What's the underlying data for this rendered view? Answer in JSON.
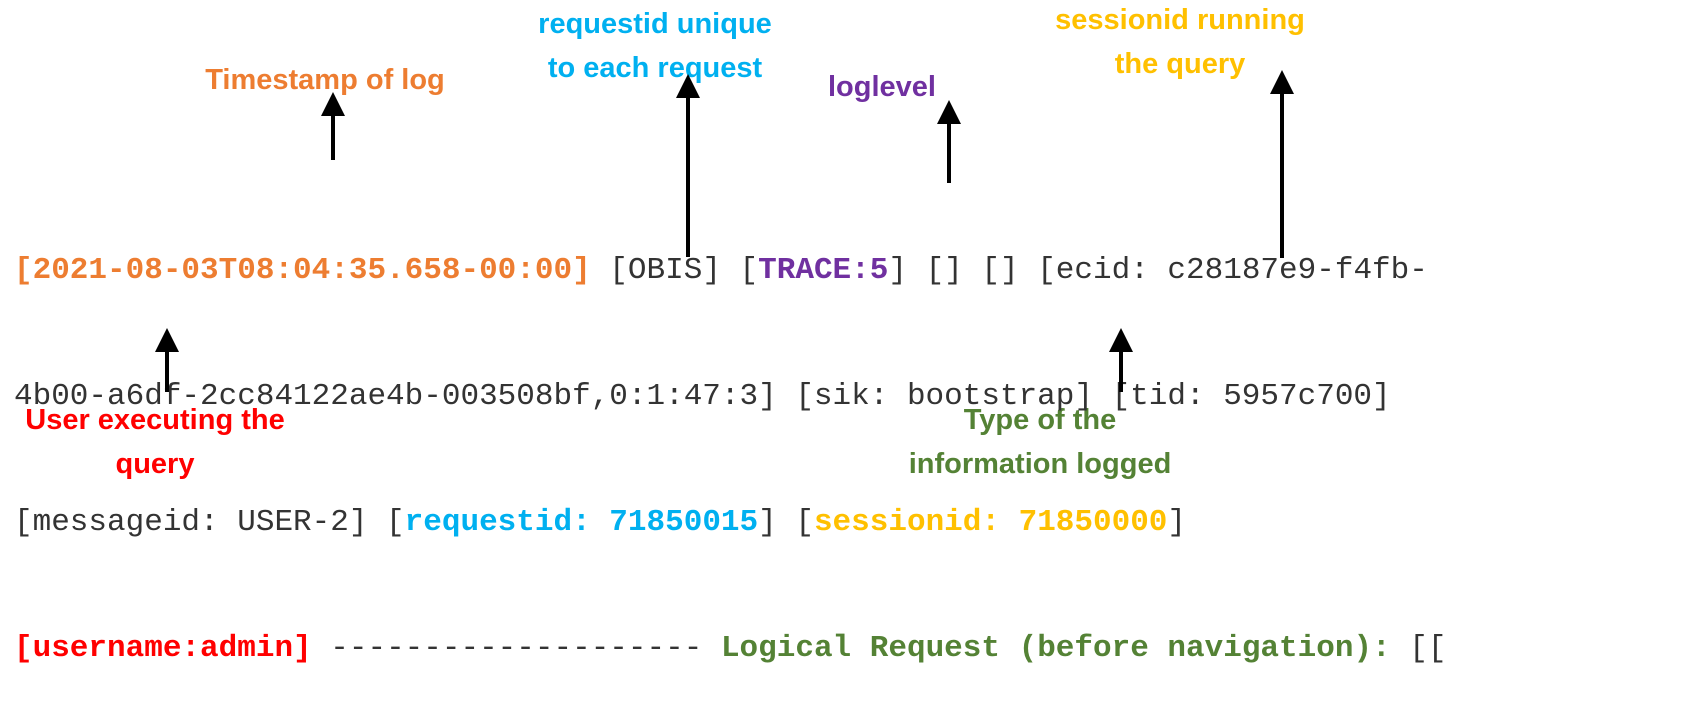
{
  "annotations": {
    "timestamp": {
      "text": "Timestamp of log",
      "color": "#ED7D31"
    },
    "requestid": {
      "line1": "requestid unique",
      "line2": "to each request",
      "color": "#00B0F0"
    },
    "loglevel": {
      "text": "loglevel",
      "color": "#7030A0"
    },
    "sessionid": {
      "line1": "sessionid running",
      "line2": "the query",
      "color": "#FFC000"
    },
    "user": {
      "line1": "User executing the",
      "line2": "query",
      "color": "#FF0000"
    },
    "type": {
      "line1": "Type of the",
      "line2": "information logged",
      "color": "#548235"
    }
  },
  "log": {
    "default_color": "#333333",
    "line1": {
      "timestamp": "[2021-08-03T08:04:35.658-00:00]",
      "after_timestamp": " [OBIS] [",
      "level": "TRACE:5",
      "after_level": "] [] [] [ecid: c28187e9-f4fb-"
    },
    "line2": {
      "text": "4b00-a6df-2cc84122ae4b-003508bf,0:1:47:3] [sik: bootstrap] [tid: 5957c700]"
    },
    "line3": {
      "start": "[messageid: USER-2] [",
      "requestid": "requestid: 71850015",
      "middle": "] [",
      "sessionid": "sessionid: 71850000",
      "end": "]"
    },
    "line4": {
      "username": "[username:admin]",
      "dashes": " -------------------- ",
      "logical": "Logical Request (before navigation):",
      "end": " [["
    }
  }
}
